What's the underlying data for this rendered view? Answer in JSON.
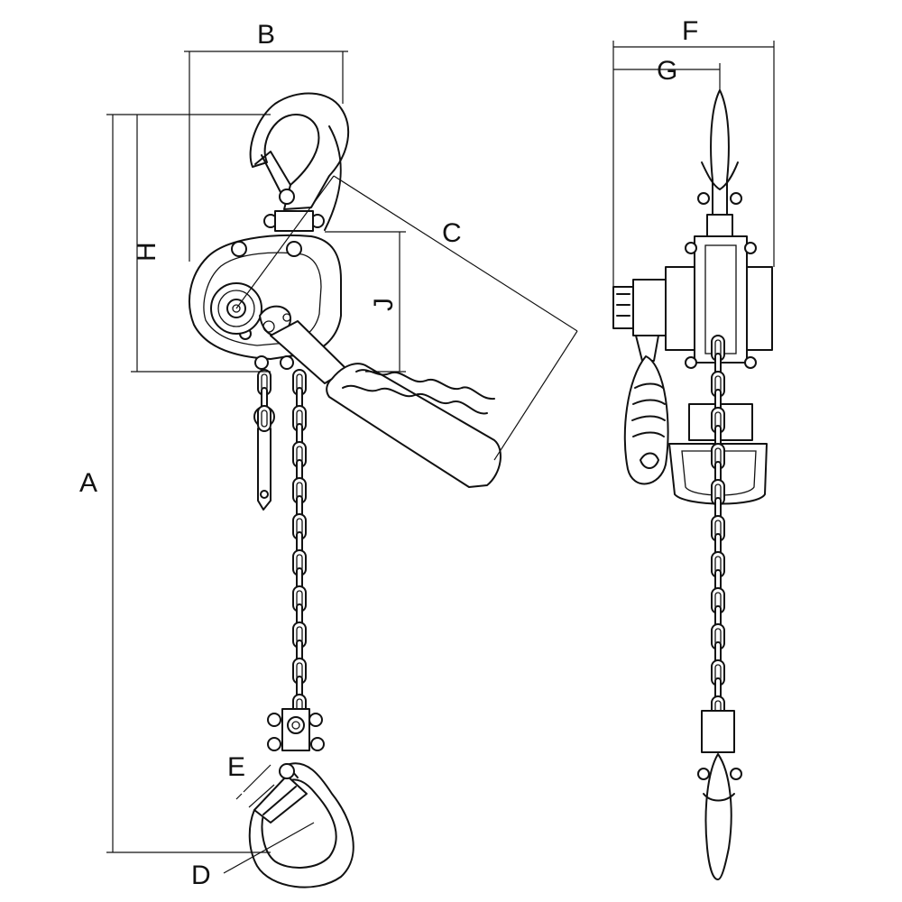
{
  "diagram": {
    "labels": {
      "A": "A",
      "B": "B",
      "C": "C",
      "D": "D",
      "E": "E",
      "F": "F",
      "G": "G",
      "H": "H",
      "J": "J"
    }
  }
}
